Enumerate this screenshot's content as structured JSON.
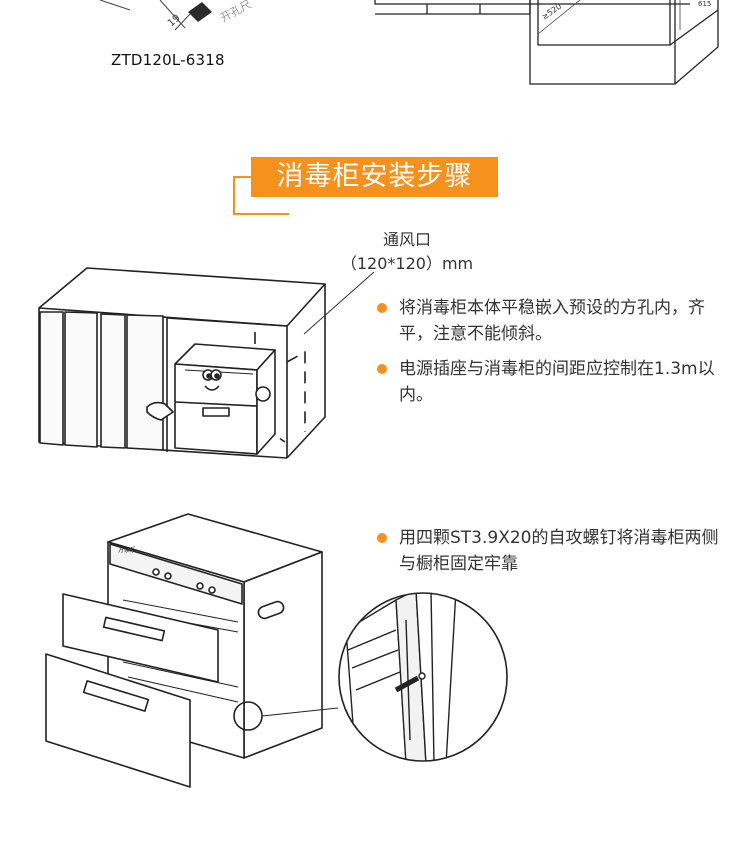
{
  "top_diagram": {
    "model_label": "ZTD120L-6318",
    "dim_19": "19",
    "dim_520": "≥520",
    "dim_615": "615",
    "open_label": "开孔尺"
  },
  "section": {
    "title": "消毒柜安装步骤"
  },
  "step1": {
    "vent_label": "通风口",
    "vent_size": "（120*120）mm",
    "notes": [
      "将消毒柜本体平稳嵌入预设的方孔内，齐平，注意不能倾斜。",
      "电源插座与消毒柜的间距应控制在1.3m以内。"
    ]
  },
  "step2": {
    "brand_label": "万家乐",
    "notes": [
      "用四颗ST3.9X20的自攻螺钉将消毒柜两侧与橱柜固定牢靠"
    ]
  },
  "colors": {
    "accent": "#f6911e",
    "text": "#333333",
    "line": "#222222"
  }
}
